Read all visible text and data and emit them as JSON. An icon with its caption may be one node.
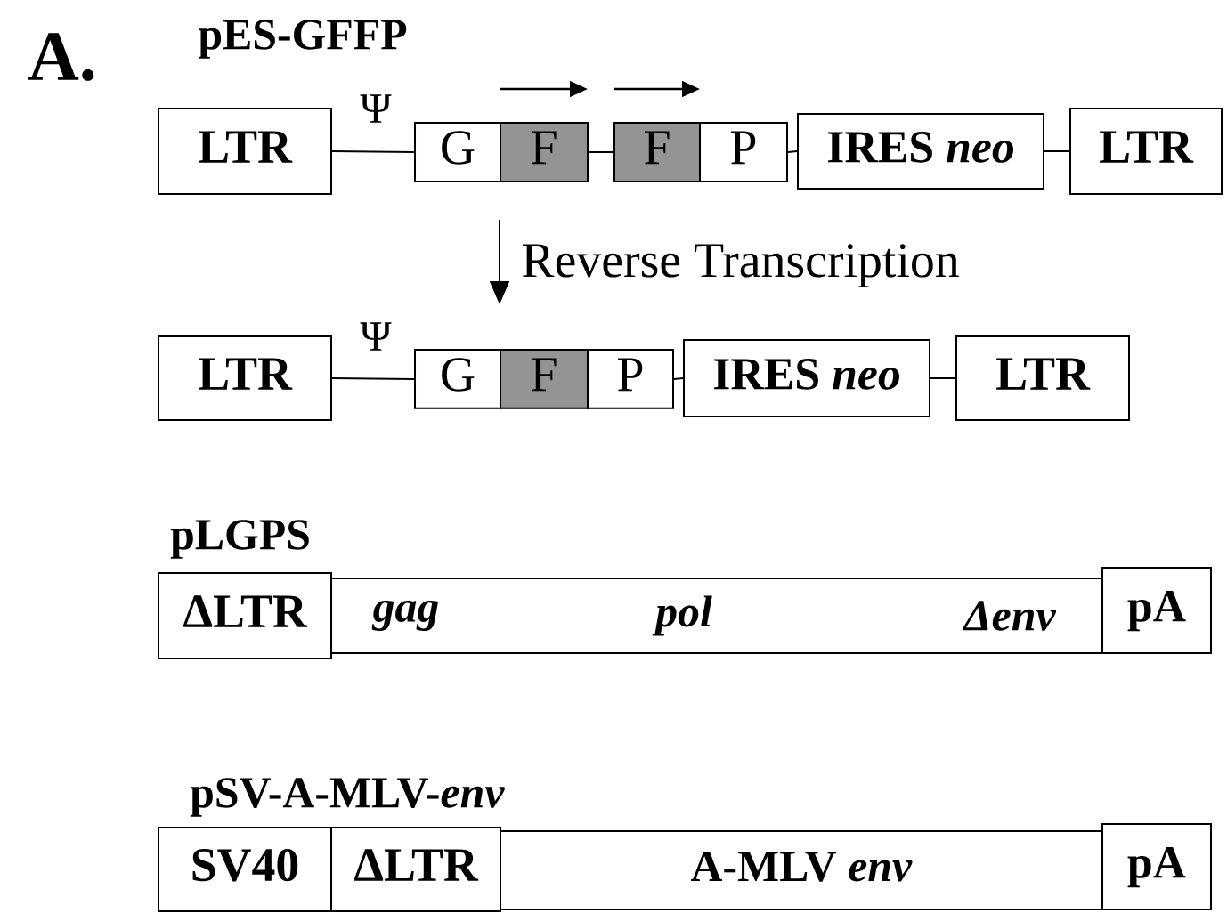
{
  "diagram": {
    "nodes": [
      {
        "text": [
          "LTR"
        ]
      },
      {
        "text": [
          "G"
        ]
      },
      {
        "text": [
          "F"
        ]
      },
      {
        "text": [
          "F"
        ]
      },
      {
        "text": [
          "P"
        ]
      },
      {
        "text": [
          "IRES *neo*"
        ]
      },
      {
        "text": [
          "LTR"
        ]
      },
      {
        "text": [
          "LTR"
        ]
      },
      {
        "text": [
          "G"
        ]
      },
      {
        "text": [
          "F"
        ]
      },
      {
        "text": [
          "P"
        ]
      },
      {
        "text": [
          "IRES *neo*"
        ]
      },
      {
        "text": [
          "LTR"
        ]
      },
      {
        "text": [
          "ΔLTR"
        ]
      },
      {
        "text": [
          "gag",
          "pol",
          "Δenv"
        ]
      },
      {
        "text": [
          "pA"
        ]
      },
      {
        "text": [
          "SV40"
        ]
      },
      {
        "text": [
          "ΔLTR"
        ]
      },
      {
        "text": [
          "A-MLV *env*"
        ]
      },
      {
        "text": [
          "pA"
        ]
      }
    ],
    "edges": [
      {
        "from": 0,
        "to": 1,
        "arrow": "none"
      },
      {
        "from": 2,
        "to": 3,
        "arrow": "none"
      },
      {
        "from": 4,
        "to": 5,
        "arrow": "none"
      },
      {
        "from": 5,
        "to": 6,
        "arrow": "none"
      },
      {
        "from": 2,
        "to": 9,
        "arrow": "to",
        "label": "Reverse Transcription"
      },
      {
        "from": 7,
        "to": 8,
        "arrow": "none"
      },
      {
        "from": 10,
        "to": 11,
        "arrow": "none"
      },
      {
        "from": 11,
        "to": 12,
        "arrow": "none"
      }
    ],
    "labels": [
      "A.",
      "pES-GFFP",
      "Ψ",
      "Ψ",
      "pLGPS",
      "pSV-A-MLV-*env*"
    ]
  }
}
